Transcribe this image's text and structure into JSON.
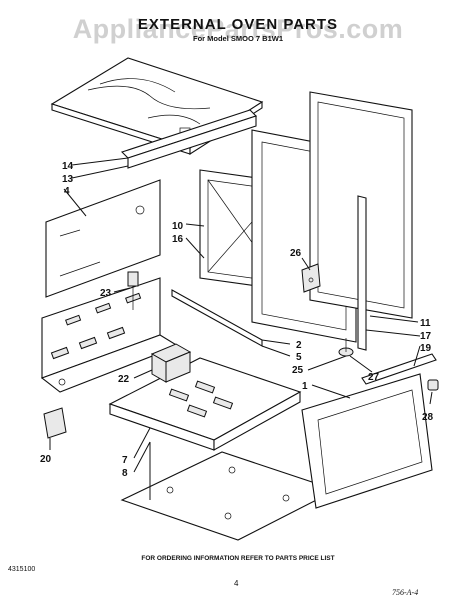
{
  "watermark": "AppliancePartsPros.com",
  "title": "EXTERNAL OVEN PARTS",
  "subtitle": "For Model SMOO 7 B1W1",
  "footer": {
    "info": "FOR ORDERING INFORMATION REFER TO PARTS PRICE LIST",
    "code": "4315100",
    "page": "4",
    "handwritten": "756-A-4"
  },
  "callouts": {
    "c14": "14",
    "c13": "13",
    "c4": "4",
    "c10": "10",
    "c16": "16",
    "c26": "26",
    "c23": "23",
    "c22": "22",
    "c2": "2",
    "c5": "5",
    "c25": "25",
    "c27": "27",
    "c11": "11",
    "c17": "17",
    "c19": "19",
    "c1": "1",
    "c28": "28",
    "c7": "7",
    "c8": "8",
    "c20": "20"
  }
}
